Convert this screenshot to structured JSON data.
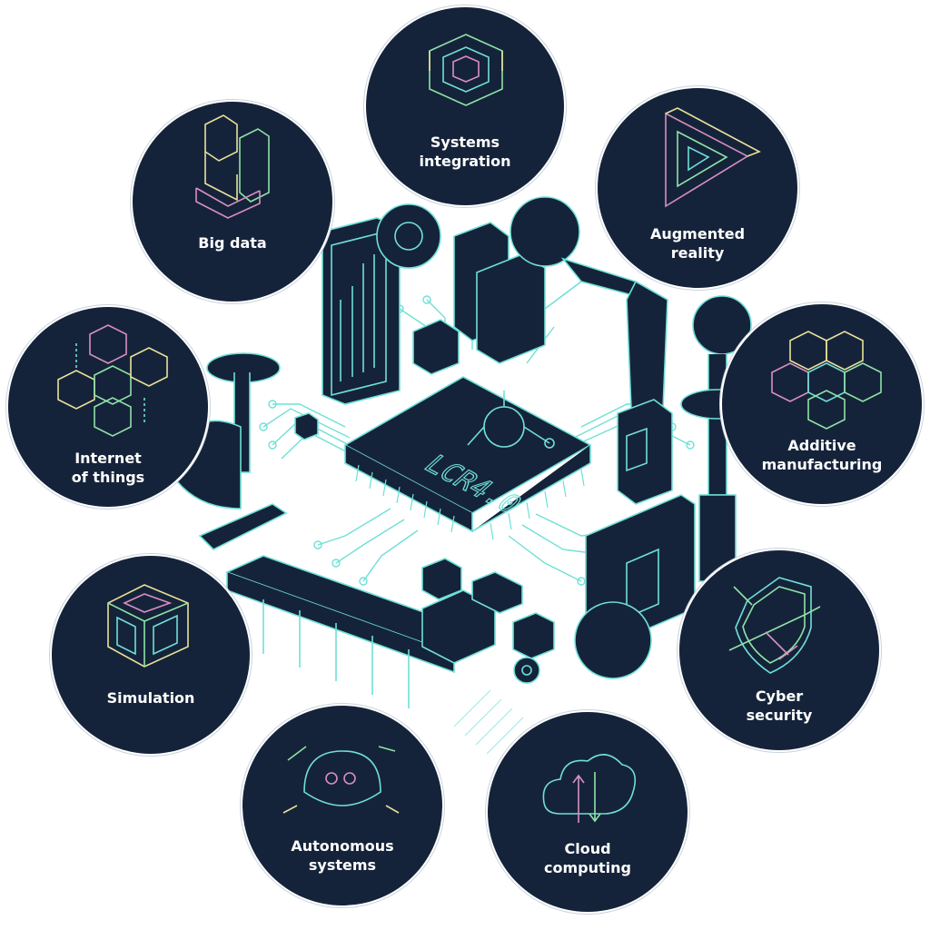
{
  "center": {
    "chip_text": "LCR4.0",
    "colors": {
      "dark": "#15233a",
      "line": "#6fe0d6",
      "hatch": "#9fe9e2",
      "pink": "#d98fc0",
      "yellow": "#e8e29a",
      "green": "#8fe3a6"
    }
  },
  "nodes": [
    {
      "id": "systems-integration",
      "label": "Systems\nintegration",
      "icon": "impossible-square-icon"
    },
    {
      "id": "big-data",
      "label": "Big data",
      "icon": "stacked-24-icon"
    },
    {
      "id": "augmented-reality",
      "label": "Augmented\nreality",
      "icon": "penrose-triangle-icon"
    },
    {
      "id": "internet-of-things",
      "label": "Internet\nof things",
      "icon": "connected-cubes-icon"
    },
    {
      "id": "additive-manufacturing",
      "label": "Additive\nmanufacturing",
      "icon": "cube-cross-icon"
    },
    {
      "id": "simulation",
      "label": "Simulation",
      "icon": "hollow-cube-icon"
    },
    {
      "id": "cyber-security",
      "label": "Cyber\nsecurity",
      "icon": "shield-icon"
    },
    {
      "id": "autonomous-systems",
      "label": "Autonomous\nsystems",
      "icon": "robot-face-icon"
    },
    {
      "id": "cloud-computing",
      "label": "Cloud\ncomputing",
      "icon": "cloud-arrows-icon"
    }
  ]
}
